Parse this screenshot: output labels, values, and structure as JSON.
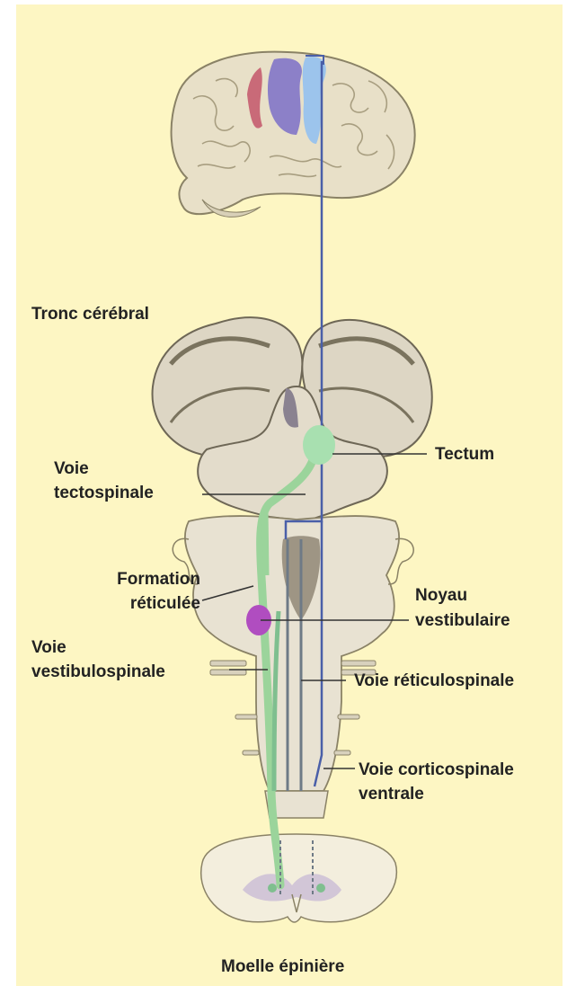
{
  "labels": {
    "tronc": "Tronc cérébral",
    "tectum": "Tectum",
    "voie_tecto_1": "Voie",
    "voie_tecto_2": "tectospinale",
    "formation_1": "Formation",
    "formation_2": "réticulée",
    "noyau_1": "Noyau",
    "noyau_2": "vestibulaire",
    "voie_vest_1": "Voie",
    "voie_vest_2": "vestibulospinale",
    "voie_retic": "Voie réticulospinale",
    "voie_cortico_1": "Voie corticospinale",
    "voie_cortico_2": "ventrale",
    "moelle": "Moelle épinière"
  },
  "colors": {
    "background": "#fdf6c3",
    "tract_blue": "#4a5fa8",
    "tract_green": "#8fd08f",
    "nucleus_purple": "#b04dc0",
    "tectum_green": "#a8e0b0",
    "motor_cortex_red": "#c96a78",
    "premotor_purple": "#8c80c8",
    "sensory_blue": "#9cc4ec"
  }
}
